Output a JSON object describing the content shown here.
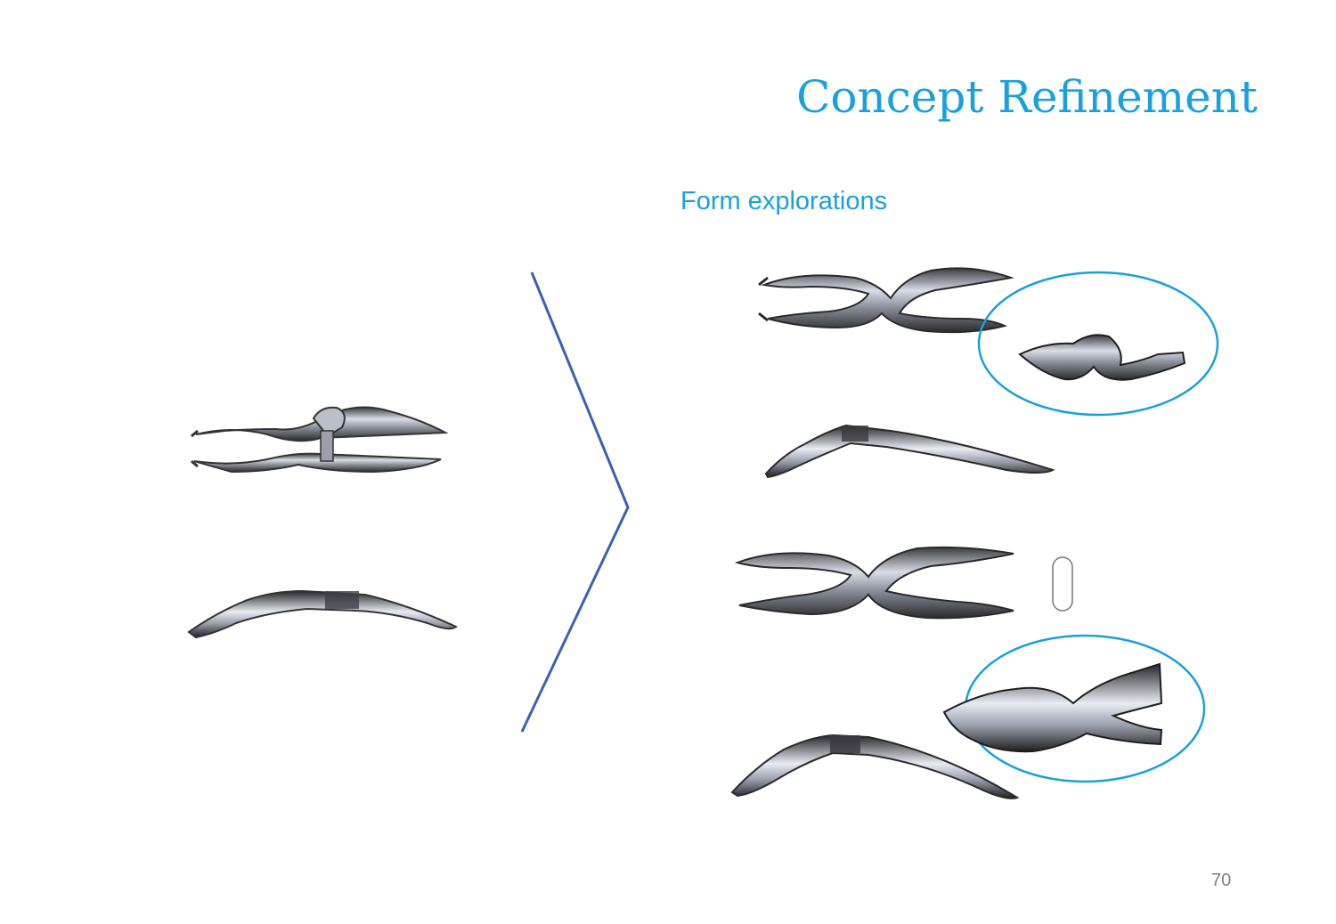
{
  "slide": {
    "title": "Concept Refinement",
    "subtitle": "Form explorations",
    "page_number": "70"
  },
  "colors": {
    "accent": "#1aa0de",
    "arrow": "#3a60b8",
    "page_number": "#7f7f7f"
  },
  "illustrations": [
    "forceps-sketch-open-pliers",
    "forceps-sketch-side-view",
    "forceps-sketch-crossed-jaw",
    "forceps-sketch-crossed-jaw-side",
    "forceps-sketch-twisted-jaw",
    "forceps-sketch-curved-side"
  ]
}
